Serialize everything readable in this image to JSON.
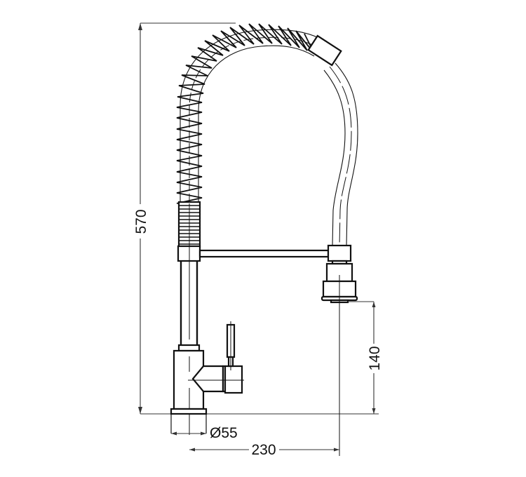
{
  "drawing": {
    "subject": "Pull-down spring kitchen faucet - dimensioned side elevation",
    "line_color": "#111111",
    "background": "#ffffff"
  },
  "dimensions": {
    "overall_height": {
      "label": "570",
      "orientation": "vertical"
    },
    "spout_height": {
      "label": "140",
      "orientation": "vertical"
    },
    "base_diameter": {
      "label": "Ø55",
      "orientation": "horizontal"
    },
    "reach": {
      "label": "230",
      "orientation": "horizontal"
    }
  }
}
